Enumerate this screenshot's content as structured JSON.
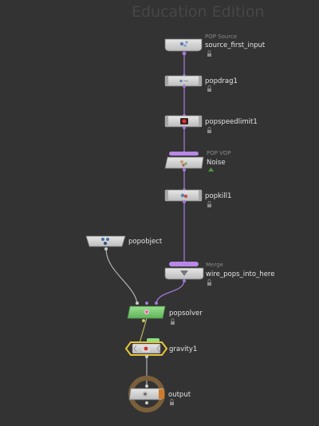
{
  "watermark": "Education Edition",
  "colors": {
    "background": "#333333",
    "wire_active": "#a279d6",
    "wire_default": "#bdbdbd",
    "node_body": "#d2d2d2",
    "node_solver": "#7fd27a",
    "node_highlight": "#e8c53a",
    "node_output_ring": "#7a5f3a",
    "label_text": "#e4e4e4",
    "subtitle_text": "#888888"
  },
  "nodes": [
    {
      "id": "source_first_input",
      "name": "source_first_input",
      "type_label": "POP Source",
      "icon": "particle-source-icon",
      "flag": "lock-icon"
    },
    {
      "id": "popdrag1",
      "name": "popdrag1",
      "type_label": "",
      "icon": "drag-icon",
      "flag": "lock-icon"
    },
    {
      "id": "popspeedlimit1",
      "name": "popspeedlimit1",
      "type_label": "",
      "icon": "speed-limit-icon",
      "flag": "lock-icon"
    },
    {
      "id": "noise",
      "name": "Noise",
      "type_label": "POP VOP",
      "icon": "vop-icon",
      "flag": "vop-flag-icon"
    },
    {
      "id": "popkill1",
      "name": "popkill1",
      "type_label": "",
      "icon": "kill-icon",
      "flag": "lock-icon"
    },
    {
      "id": "popobject",
      "name": "popobject",
      "type_label": "",
      "icon": "pop-object-icon",
      "flag": ""
    },
    {
      "id": "wire_pops_into_here",
      "name": "wire_pops_into_here",
      "type_label": "Merge",
      "icon": "merge-icon",
      "flag": "lock-icon"
    },
    {
      "id": "popsolver",
      "name": "popsolver",
      "type_label": "",
      "icon": "solver-icon",
      "flag": "lock-icon"
    },
    {
      "id": "gravity1",
      "name": "gravity1",
      "type_label": "",
      "icon": "gravity-icon",
      "flag": ""
    },
    {
      "id": "output",
      "name": "output",
      "type_label": "",
      "icon": "output-icon",
      "flag": "lock-icon"
    }
  ],
  "wires": [
    {
      "from": "source_first_input",
      "to": "popdrag1",
      "style": "active"
    },
    {
      "from": "popdrag1",
      "to": "popspeedlimit1",
      "style": "active"
    },
    {
      "from": "popspeedlimit1",
      "to": "noise",
      "style": "active"
    },
    {
      "from": "noise",
      "to": "popkill1",
      "style": "active"
    },
    {
      "from": "popkill1",
      "to": "wire_pops_into_here",
      "style": "active"
    },
    {
      "from": "wire_pops_into_here",
      "to": "popsolver",
      "style": "active"
    },
    {
      "from": "popobject",
      "to": "popsolver",
      "style": "default"
    },
    {
      "from": "popsolver",
      "to": "gravity1",
      "style": "default"
    },
    {
      "from": "gravity1",
      "to": "output",
      "style": "default"
    }
  ]
}
